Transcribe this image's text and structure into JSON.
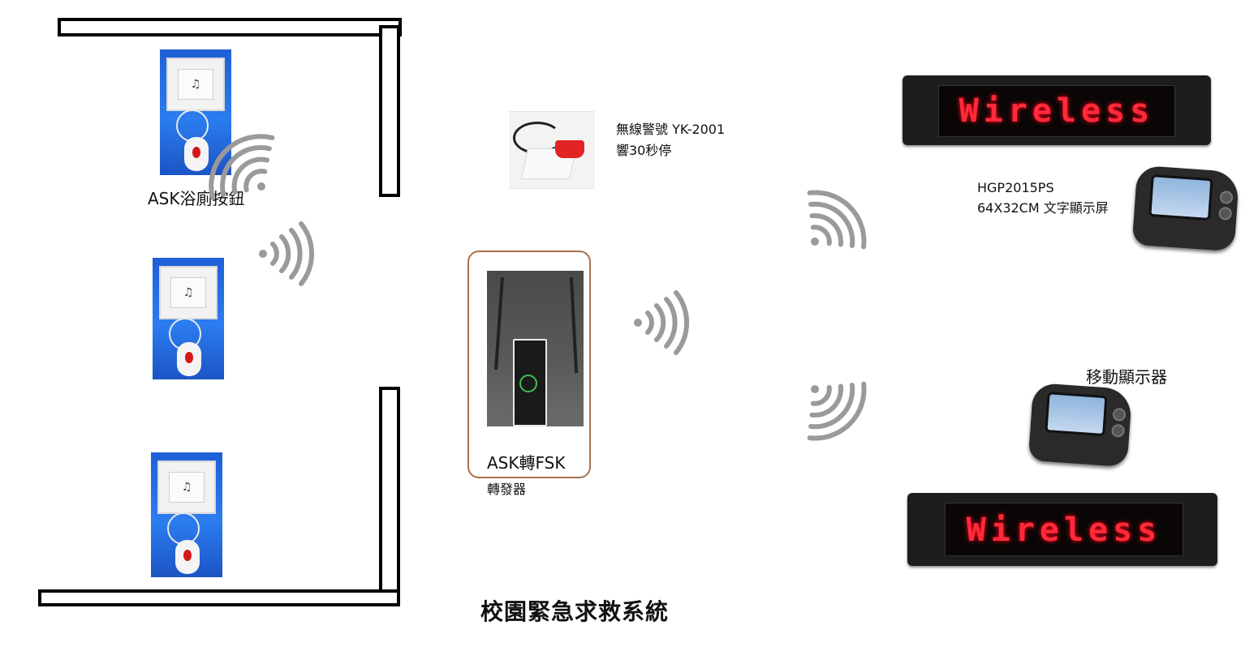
{
  "labels": {
    "bathroom_button": "ASK浴廁按鈕",
    "siren_line1": "無線警號 YK-2001",
    "siren_line2": "響30秒停",
    "repeater_line1": "ASK轉FSK",
    "repeater_line2": "轉發器",
    "display_model": "HGP2015PS",
    "display_size": "64X32CM  文字顯示屏",
    "mobile_display": "移動顯示器",
    "system_title": "校園緊急求救系統"
  },
  "devices": {
    "led_sign_text": "Wireless",
    "bell_glyph": "♫"
  },
  "icons": {
    "signal": "wifi-signal-icon",
    "bell": "bell-icon"
  },
  "colors": {
    "signal_gray": "#9a9a9a",
    "led_red": "#ff2a3a",
    "frame_brown": "#a8704e"
  }
}
